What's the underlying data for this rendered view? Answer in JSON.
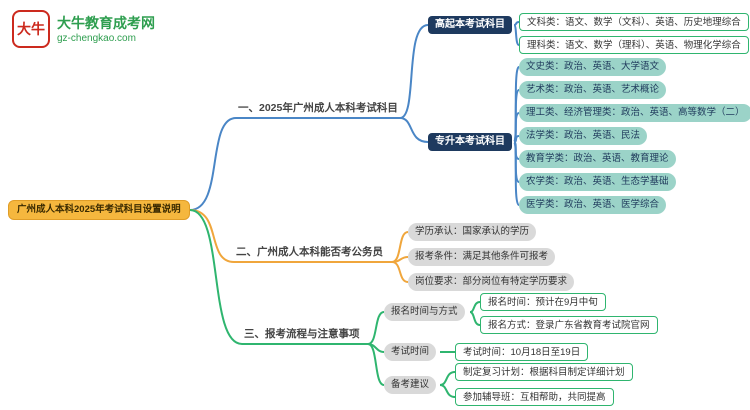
{
  "logo": {
    "mark": "大牛",
    "title": "大牛教育成考网",
    "url": "gz-chengkao.com"
  },
  "root": {
    "label": "广州成人本科2025年考试科目设置说明"
  },
  "branches": [
    {
      "label": "一、2025年广州成人本科考试科目",
      "children": [
        {
          "label": "高起本考试科目",
          "leaves": [
            "文科类：语文、数学（文科）、英语、历史地理综合",
            "理科类：语文、数学（理科）、英语、物理化学综合"
          ]
        },
        {
          "label": "专升本考试科目",
          "leaves": [
            "文史类：政治、英语、大学语文",
            "艺术类：政治、英语、艺术概论",
            "理工类、经济管理类：政治、英语、高等数学（二）",
            "法学类：政治、英语、民法",
            "教育学类：政治、英语、教育理论",
            "农学类：政治、英语、生态学基础",
            "医学类：政治、英语、医学综合"
          ]
        }
      ]
    },
    {
      "label": "二、广州成人本科能否考公务员",
      "leaves": [
        "学历承认：国家承认的学历",
        "报考条件：满足其他条件可报考",
        "岗位要求：部分岗位有特定学历要求"
      ]
    },
    {
      "label": "三、报考流程与注意事项",
      "children": [
        {
          "label": "报名时间与方式",
          "leaves": [
            "报名时间：预计在9月中旬",
            "报名方式：登录广东省教育考试院官网"
          ]
        },
        {
          "label": "考试时间",
          "leaves": [
            "考试时间：10月18日至19日"
          ]
        },
        {
          "label": "备考建议",
          "leaves": [
            "制定复习计划：根据科目制定详细计划",
            "参加辅导班：互相帮助，共同提高"
          ]
        }
      ]
    }
  ],
  "colors": {
    "branch1_line": "#4A86C6",
    "branch2_line": "#F0A63C",
    "branch3_line": "#2FB56F",
    "root_fill": "#F5B73E",
    "navy_fill": "#1E3A5F",
    "teal_fill": "#9BD3C8",
    "gray_fill": "#D9D9D9",
    "leaf_border": "#2FB56F",
    "logo_red": "#CC2A1E",
    "logo_green": "#2E9E4F"
  }
}
